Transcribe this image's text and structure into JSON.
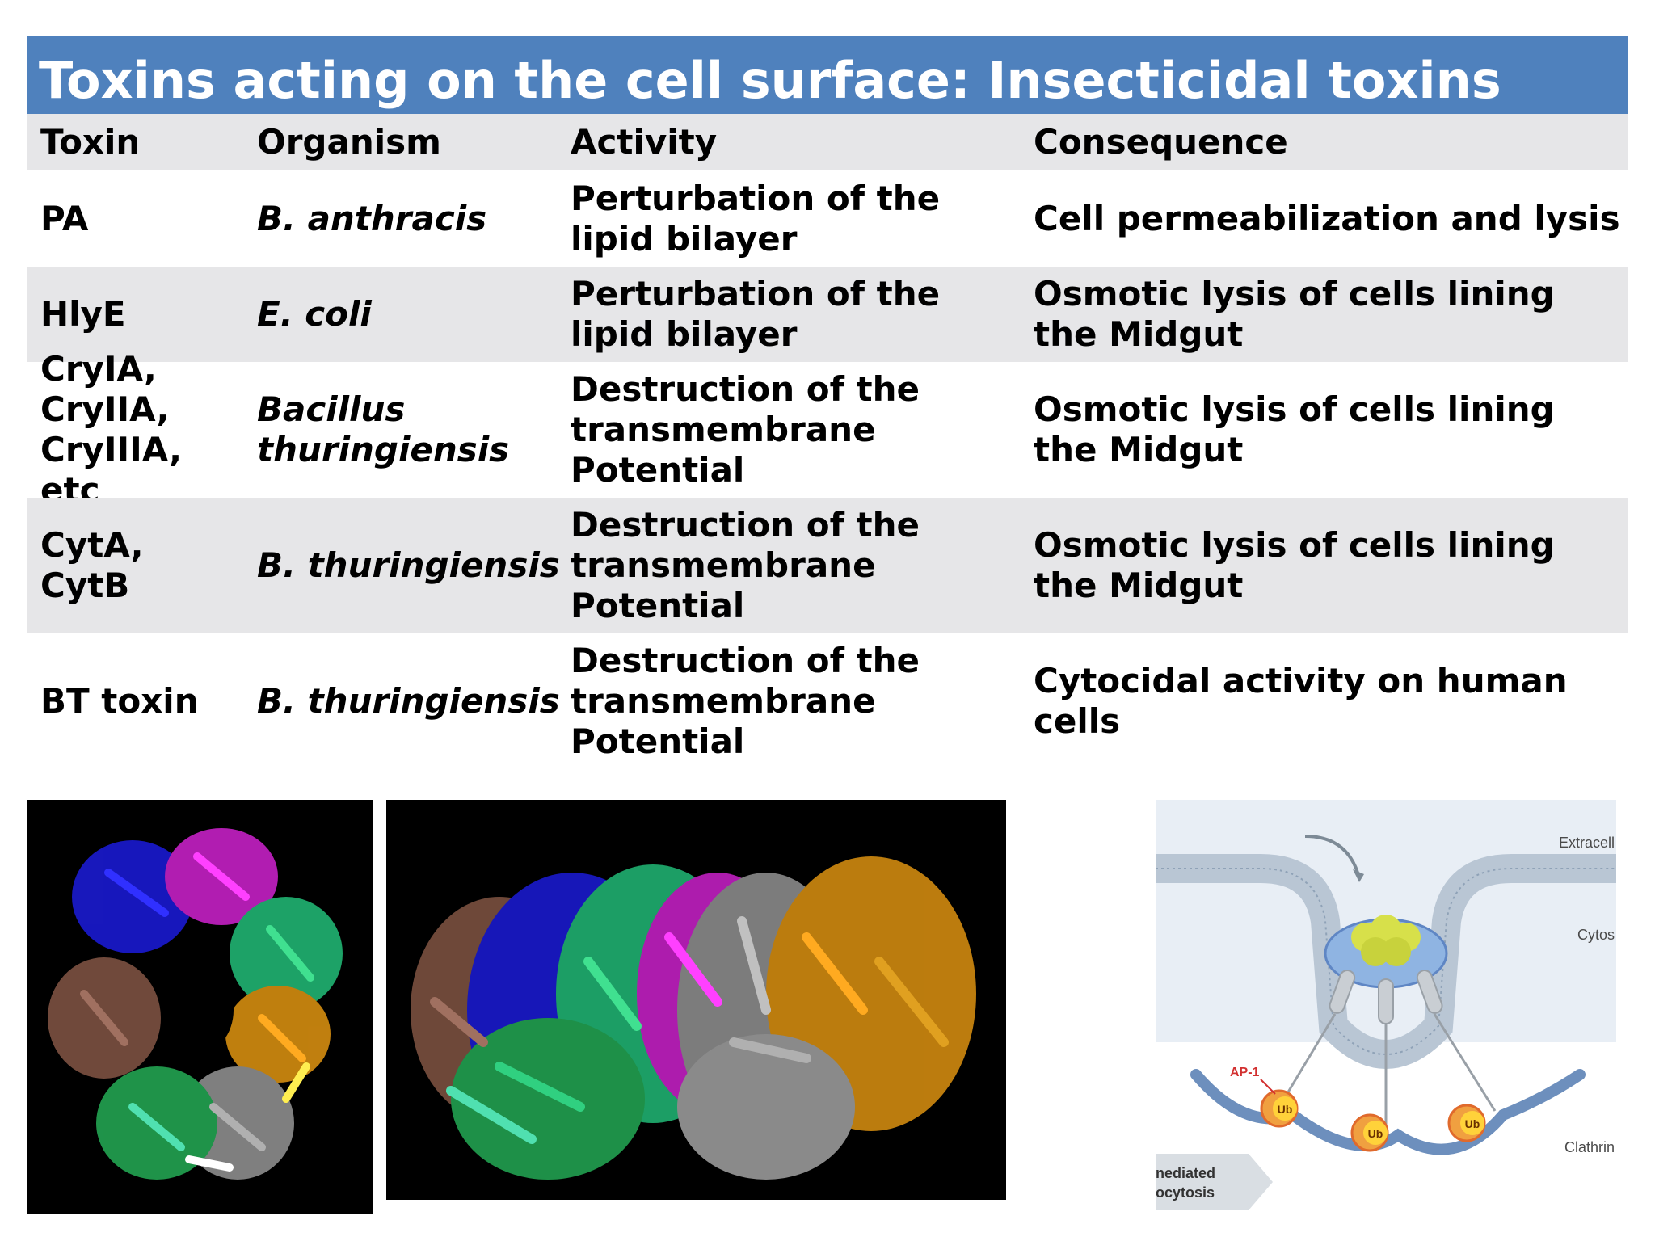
{
  "title": "Toxins acting on the cell surface: Insecticidal toxins",
  "table": {
    "headers": [
      "Toxin",
      "Organism",
      "Activity",
      "Consequence"
    ],
    "rows": [
      {
        "toxin": "PA",
        "organism": "B. anthracis",
        "activity": "Perturbation of the lipid bilayer",
        "consequence": "Cell permeabilization and lysis"
      },
      {
        "toxin": "HlyE",
        "organism": "E. coli",
        "activity": "Perturbation of the lipid bilayer",
        "consequence": "Osmotic lysis of cells lining the Midgut"
      },
      {
        "toxin": "CryIA, CryIIA, CryIIIA, etc",
        "organism": "Bacillus thuringiensis",
        "activity": "Destruction of the transmembrane Potential",
        "consequence": "Osmotic lysis of cells lining the Midgut"
      },
      {
        "toxin": "CytA, CytB",
        "organism": "B. thuringiensis",
        "activity": "Destruction of the transmembrane Potential",
        "consequence": "Osmotic lysis of cells lining the Midgut"
      },
      {
        "toxin": "BT toxin",
        "organism": "B. thuringiensis",
        "activity": "Destruction of the transmembrane Potential",
        "consequence": "Cytocidal activity on human cells"
      }
    ]
  },
  "figure_labels": {
    "extracellular": "Extracell",
    "cytosol": "Cytos",
    "ap1": "AP-1",
    "ub": "Ub",
    "clathrin": "Clathrin",
    "arrow_line1": "nediated",
    "arrow_line2": "ocytosis"
  },
  "colors": {
    "title_bar": "#4f81bd",
    "row_shade": "#e6e6e8"
  }
}
